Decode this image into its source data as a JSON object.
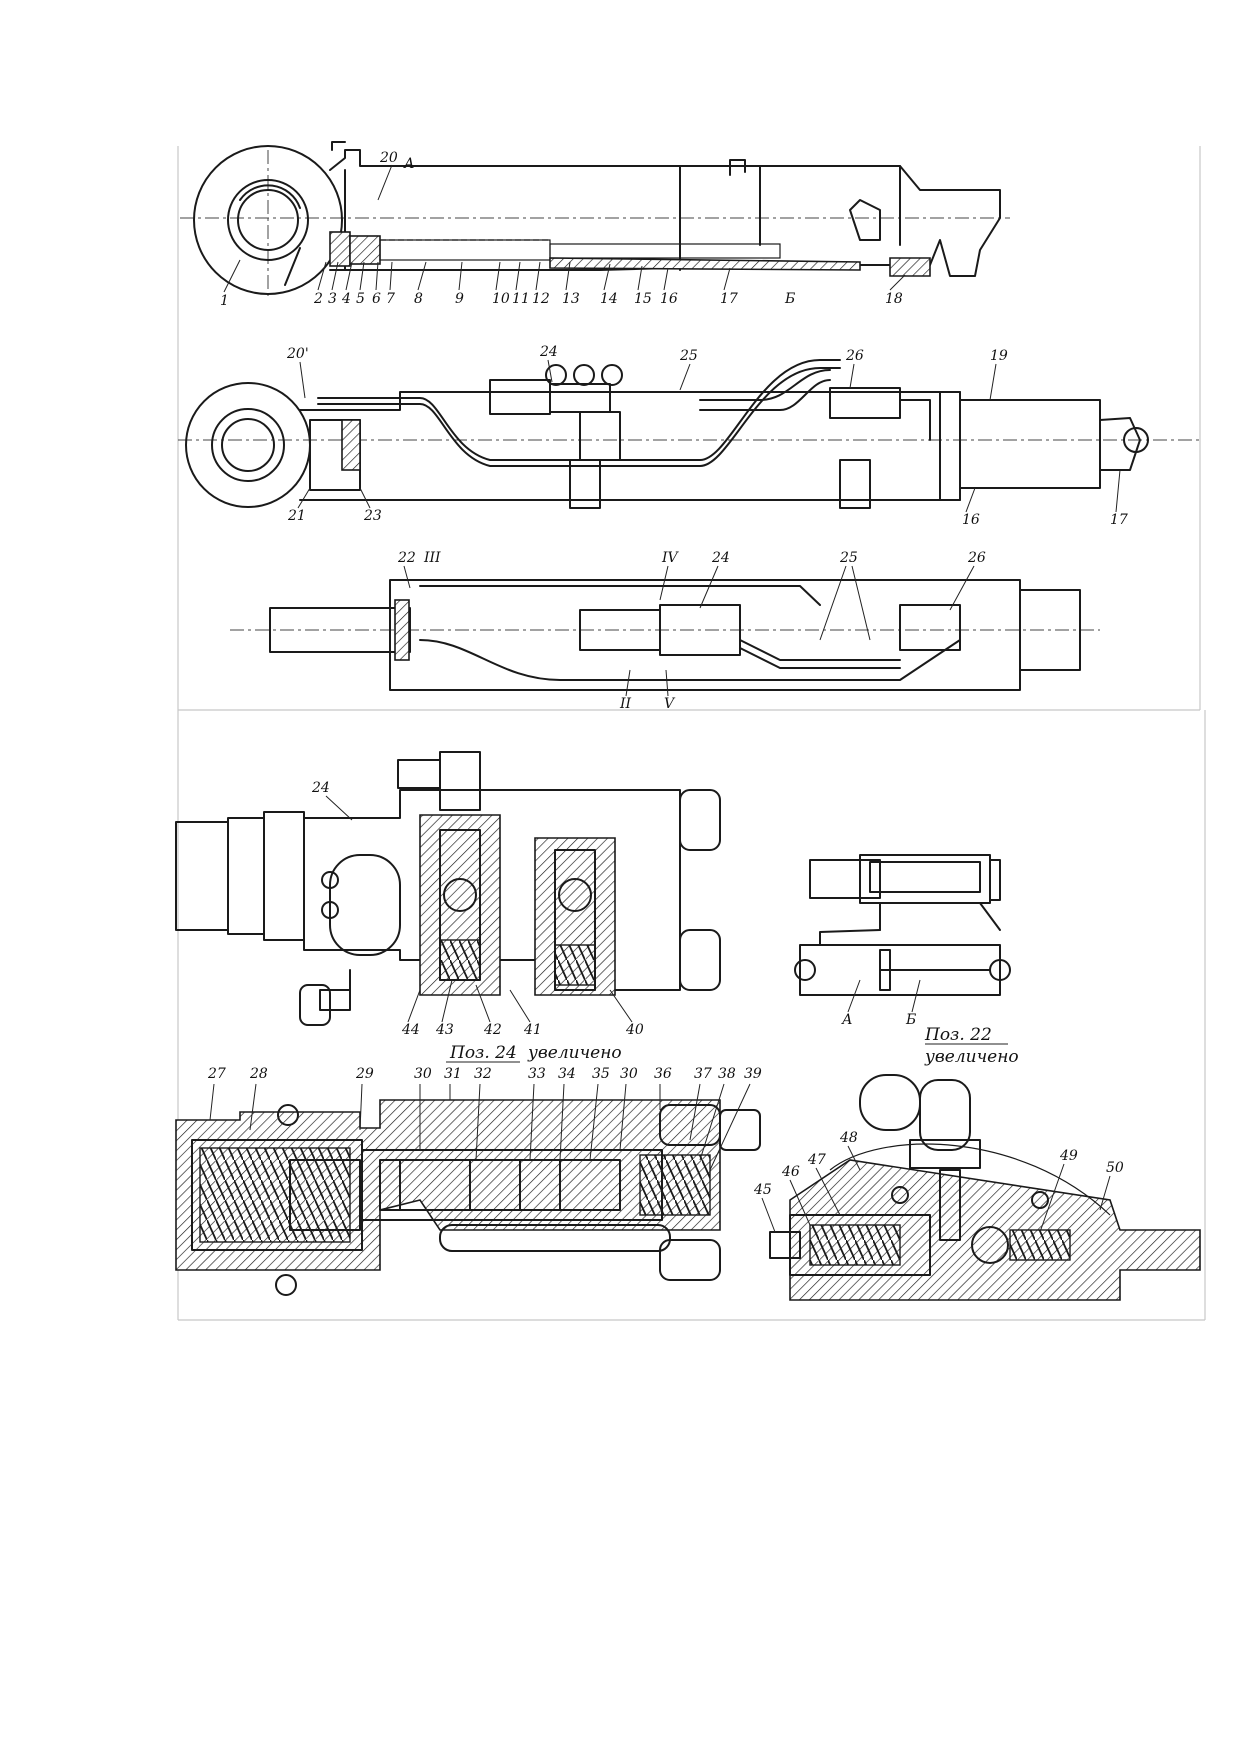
{
  "top_labels": {
    "l1": "1",
    "l2": "2",
    "l3": "3",
    "l4": "4",
    "l5": "5",
    "l6": "6",
    "l7": "7",
    "l8": "8",
    "l9": "9",
    "l10": "10",
    "l11": "11",
    "l12": "12",
    "l13": "13",
    "l14": "14",
    "l15": "15",
    "l16": "16",
    "l17": "17",
    "lB": "Б",
    "l18": "18",
    "l20": "20",
    "lA": "А"
  },
  "mid_labels": {
    "l20p": "20'",
    "l24": "24",
    "l25": "25",
    "l26": "26",
    "l19": "19",
    "l21": "21",
    "l23": "23",
    "l16": "16",
    "l17": "17"
  },
  "plan_labels": {
    "l22": "22",
    "lIII": "III",
    "lIV": "IV",
    "l24": "24",
    "l25": "25",
    "l26": "26",
    "lII": "II",
    "lV": "V"
  },
  "valve24_labels": {
    "l24": "24",
    "l44": "44",
    "l43": "43",
    "l42": "42",
    "l41": "41",
    "l40": "40",
    "caption_pos": "Поз. 24",
    "caption_word": "увеличено"
  },
  "schematic_labels": {
    "lA": "А",
    "lB": "Б"
  },
  "pos22_caption": {
    "pos": "Поз. 22",
    "word": "увеличено"
  },
  "valve_section_labels": {
    "l27": "27",
    "l28": "28",
    "l29": "29",
    "l30a": "30",
    "l31": "31",
    "l32": "32",
    "l33": "33",
    "l34": "34",
    "l35": "35",
    "l30b": "30",
    "l36": "36",
    "l37": "37",
    "l38": "38",
    "l39": "39"
  },
  "pos22_labels": {
    "l48": "48",
    "l47": "47",
    "l46": "46",
    "l45": "45",
    "l49": "49",
    "l50": "50"
  }
}
